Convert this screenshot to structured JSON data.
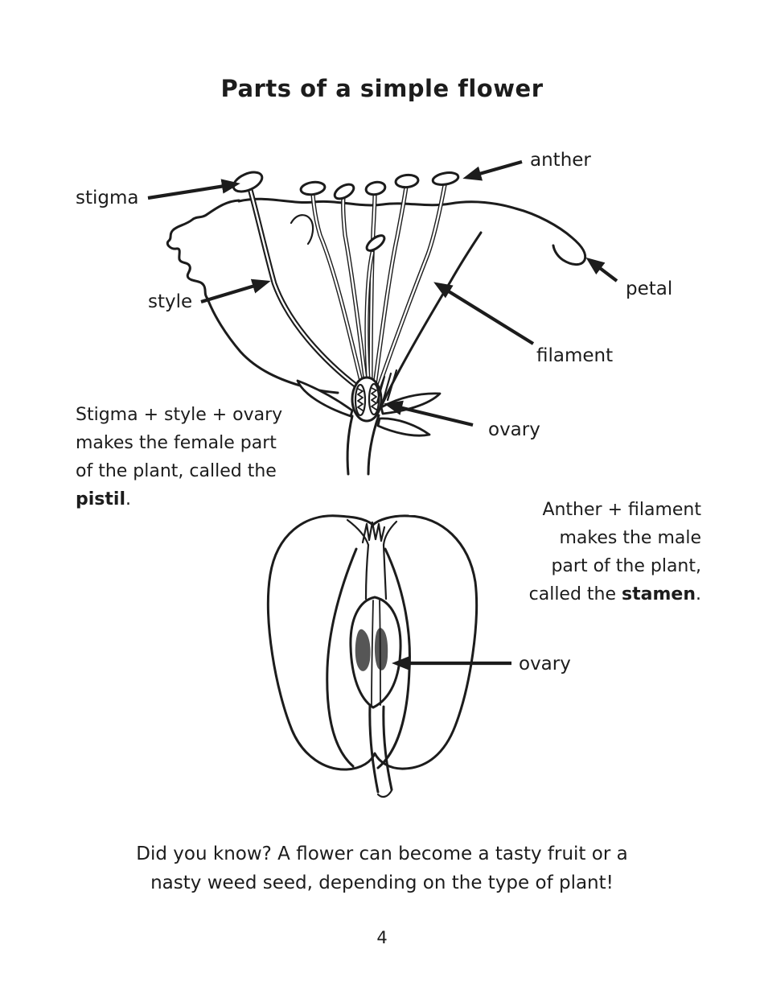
{
  "page": {
    "title": "Parts of a simple flower",
    "page_number": "4",
    "footer_line1": "Did you know? A flower can become a tasty fruit or a",
    "footer_line2": "nasty weed seed, depending on the type of plant!"
  },
  "flower_diagram": {
    "labels": {
      "stigma": "stigma",
      "anther": "anther",
      "style": "style",
      "petal": "petal",
      "filament": "filament",
      "ovary": "ovary"
    }
  },
  "fruit_diagram": {
    "labels": {
      "ovary": "ovary"
    }
  },
  "notes": {
    "pistil": {
      "line1": "Stigma + style + ovary",
      "line2": "makes the female part",
      "line3": "of the plant, called the",
      "bold_term": "pistil",
      "suffix": "."
    },
    "stamen": {
      "line1": "Anther + filament",
      "line2": "makes the male",
      "line3": "part of the plant,",
      "line4_prefix": "called the ",
      "bold_term": "stamen",
      "suffix": "."
    }
  },
  "colors": {
    "ink": "#1c1c1c",
    "seed_fill": "#565656",
    "background": "#ffffff"
  }
}
